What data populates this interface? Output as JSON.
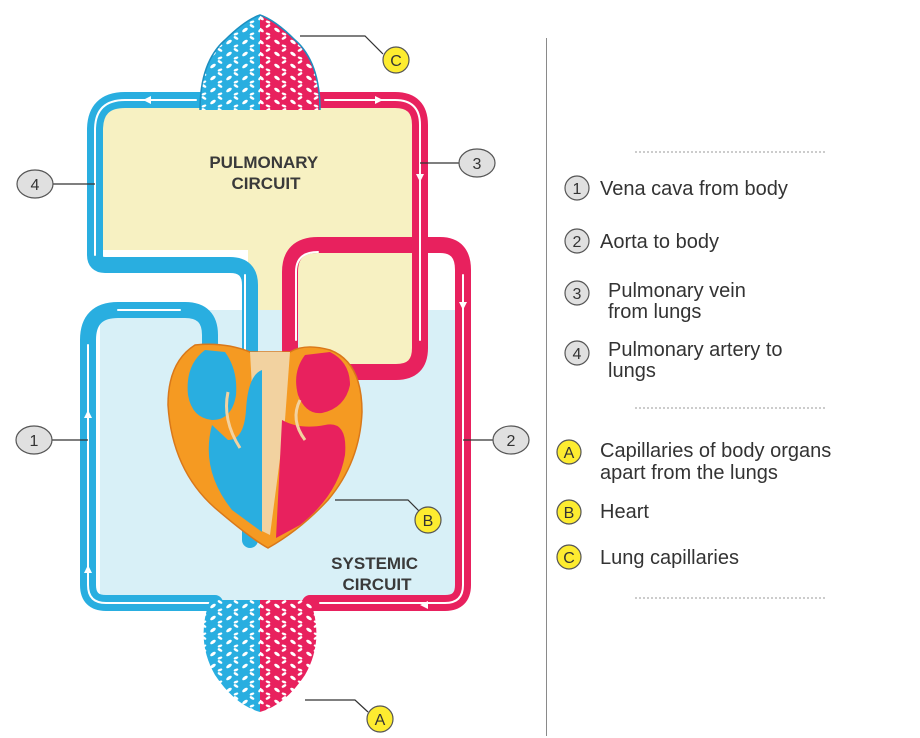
{
  "diagram": {
    "circuits": {
      "pulmonary": [
        "PULMONARY",
        "CIRCUIT"
      ],
      "systemic": [
        "SYSTEMIC",
        "CIRCUIT"
      ]
    },
    "markers": {
      "one": "1",
      "two": "2",
      "three": "3",
      "four": "4",
      "a": "A",
      "b": "B",
      "c": "C"
    },
    "legend": [
      {
        "symbol": "1",
        "lines": [
          "Vena cava from body"
        ]
      },
      {
        "symbol": "2",
        "lines": [
          "Aorta to body"
        ]
      },
      {
        "symbol": "3",
        "lines": [
          "Pulmonary vein",
          "from lungs"
        ]
      },
      {
        "symbol": "4",
        "lines": [
          "Pulmonary artery to",
          "lungs"
        ]
      },
      {
        "symbol": "A",
        "lines": [
          "Capillaries of body organs",
          "apart from the lungs"
        ]
      },
      {
        "symbol": "B",
        "lines": [
          "Heart"
        ]
      },
      {
        "symbol": "C",
        "lines": [
          "Lung capillaries"
        ]
      }
    ],
    "colors": {
      "deoxygenated": "#29aee0",
      "oxygenated": "#e8215e",
      "pulmonary_fill": "#f7f1c2",
      "systemic_fill": "#d8f0f7",
      "heart_muscle": "#f59a22",
      "septum": "#f2d2a0",
      "number_marker": "#e0e0e0",
      "letter_marker": "#fdec30"
    }
  }
}
